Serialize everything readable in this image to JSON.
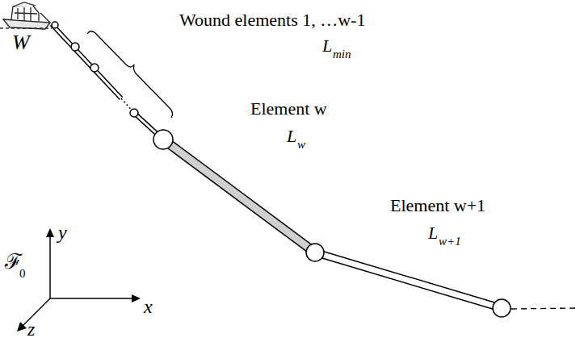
{
  "diagram": {
    "labels": [
      "W",
      "Wound elements 1, …w-1",
      "L",
      "min",
      "Element w",
      "L",
      "w",
      "Element w+1",
      "L",
      "w+1",
      "y",
      "x",
      "z",
      "ℱ",
      "0"
    ]
  }
}
